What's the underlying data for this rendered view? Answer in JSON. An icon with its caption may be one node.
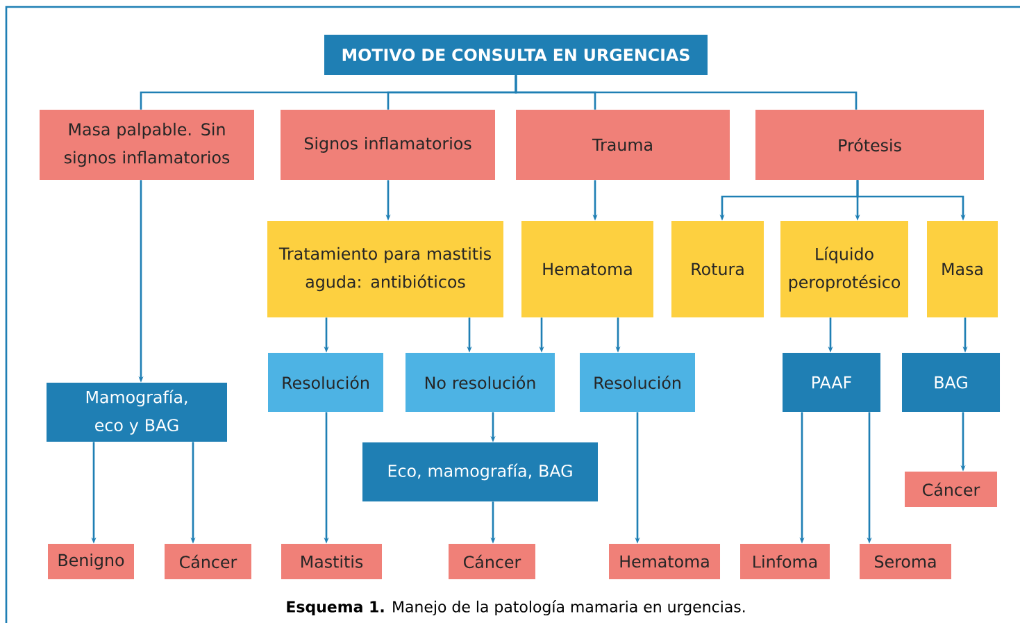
{
  "diagram": {
    "caption": "**Esquema 1.** Manejo de la patología mamaria en urgencias.",
    "nodes": [
      {
        "text": [
          "MOTIVO DE CONSULTA EN URGENCIAS"
        ]
      },
      {
        "text": [
          "Masa palpable. Sin signos inflamatorios"
        ]
      },
      {
        "text": [
          "Signos inflamatorios"
        ]
      },
      {
        "text": [
          "Trauma"
        ]
      },
      {
        "text": [
          "Prótesis"
        ]
      },
      {
        "text": [
          "Tratamiento para mastitis aguda: antibióticos"
        ]
      },
      {
        "text": [
          "Hematoma"
        ]
      },
      {
        "text": [
          "Rotura"
        ]
      },
      {
        "text": [
          "Líquido peroprotésico"
        ]
      },
      {
        "text": [
          "Masa"
        ]
      },
      {
        "text": [
          "Mamografía, eco y BAG"
        ]
      },
      {
        "text": [
          "Resolución"
        ]
      },
      {
        "text": [
          "No resolución"
        ]
      },
      {
        "text": [
          "Resolución"
        ]
      },
      {
        "text": [
          "PAAF"
        ]
      },
      {
        "text": [
          "BAG"
        ]
      },
      {
        "text": [
          "Eco, mamografía, BAG"
        ]
      },
      {
        "text": [
          "Cáncer"
        ]
      },
      {
        "text": [
          "Benigno"
        ]
      },
      {
        "text": [
          "Cáncer"
        ]
      },
      {
        "text": [
          "Mastitis"
        ]
      },
      {
        "text": [
          "Cáncer"
        ]
      },
      {
        "text": [
          "Hematoma"
        ]
      },
      {
        "text": [
          "Linfoma"
        ]
      },
      {
        "text": [
          "Seroma"
        ]
      }
    ],
    "edges": [
      {
        "from": 0,
        "to": 1,
        "arrow": "none"
      },
      {
        "from": 0,
        "to": 2,
        "arrow": "none"
      },
      {
        "from": 0,
        "to": 3,
        "arrow": "none"
      },
      {
        "from": 0,
        "to": 4,
        "arrow": "none"
      },
      {
        "from": 1,
        "to": 10,
        "arrow": "to"
      },
      {
        "from": 2,
        "to": 5,
        "arrow": "to"
      },
      {
        "from": 3,
        "to": 6,
        "arrow": "to"
      },
      {
        "from": 4,
        "to": 7,
        "arrow": "to"
      },
      {
        "from": 4,
        "to": 8,
        "arrow": "to"
      },
      {
        "from": 4,
        "to": 9,
        "arrow": "to"
      },
      {
        "from": 5,
        "to": 11,
        "arrow": "to"
      },
      {
        "from": 5,
        "to": 12,
        "arrow": "to"
      },
      {
        "from": 6,
        "to": 12,
        "arrow": "to"
      },
      {
        "from": 6,
        "to": 13,
        "arrow": "to"
      },
      {
        "from": 8,
        "to": 14,
        "arrow": "to"
      },
      {
        "from": 9,
        "to": 15,
        "arrow": "to"
      },
      {
        "from": 10,
        "to": 18,
        "arrow": "to"
      },
      {
        "from": 10,
        "to": 19,
        "arrow": "to"
      },
      {
        "from": 11,
        "to": 20,
        "arrow": "to"
      },
      {
        "from": 12,
        "to": 16,
        "arrow": "to"
      },
      {
        "from": 13,
        "to": 22,
        "arrow": "to"
      },
      {
        "from": 14,
        "to": 23,
        "arrow": "to"
      },
      {
        "from": 14,
        "to": 24,
        "arrow": "to"
      },
      {
        "from": 15,
        "to": 17,
        "arrow": "to"
      },
      {
        "from": 16,
        "to": 21,
        "arrow": "to"
      }
    ]
  }
}
